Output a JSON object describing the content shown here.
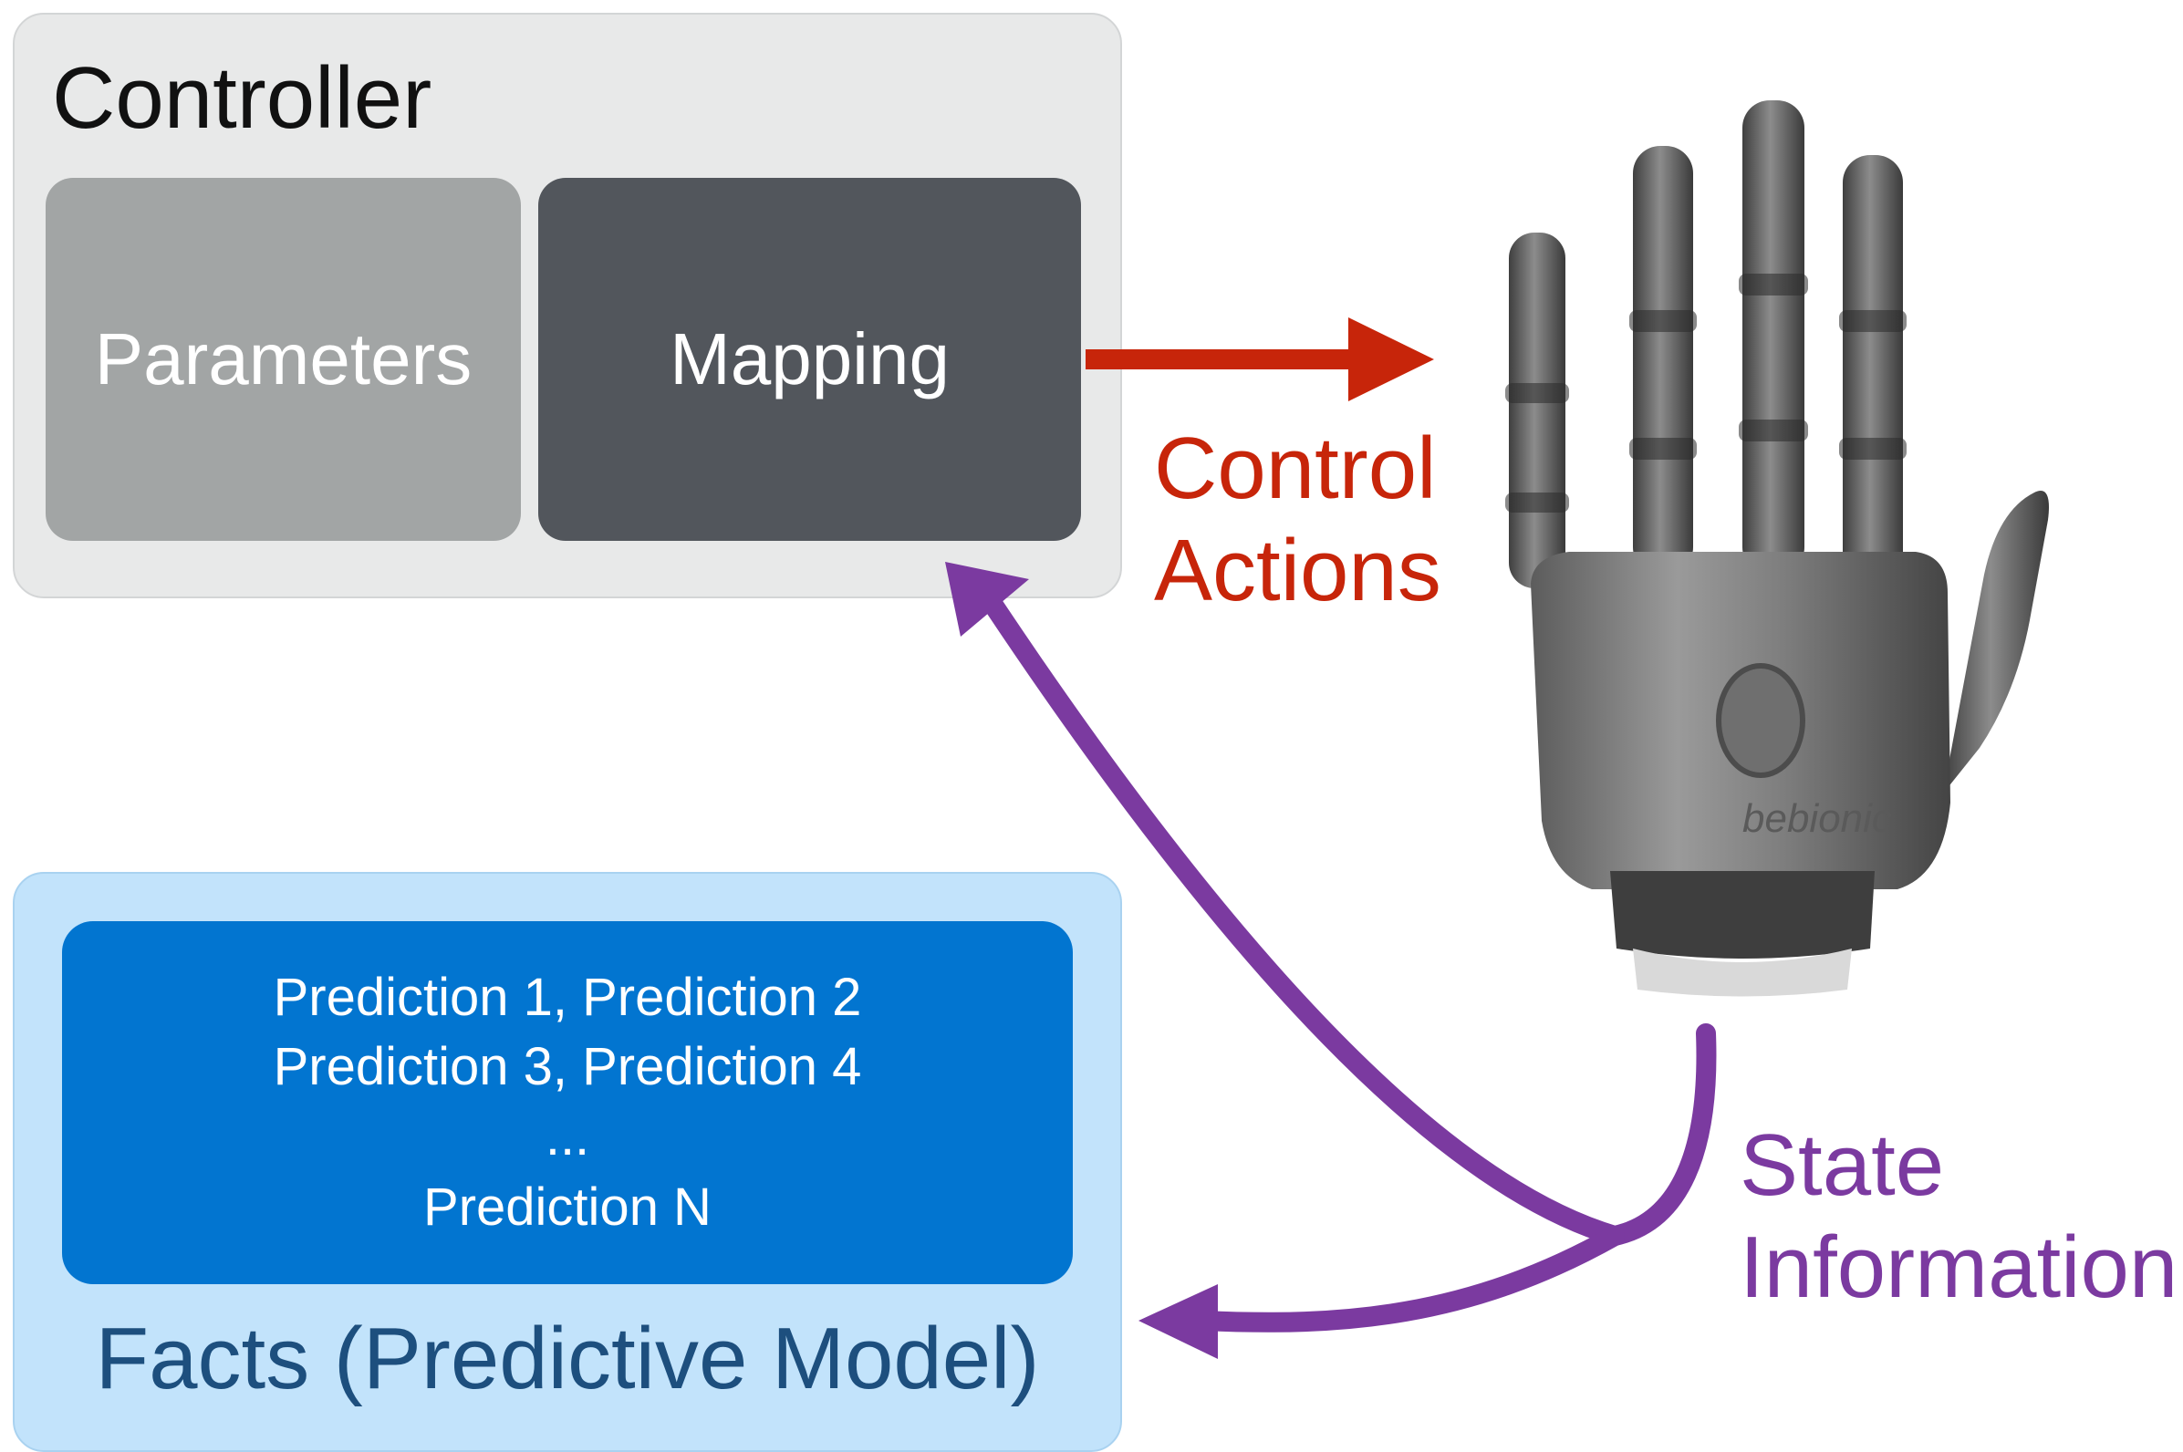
{
  "controller": {
    "title": "Controller",
    "parameters_label": "Parameters",
    "mapping_label": "Mapping"
  },
  "facts": {
    "title": "Facts (Predictive Model)",
    "predictions": [
      "Prediction 1, Prediction 2",
      "Prediction 3, Prediction 4",
      "...",
      "Prediction N"
    ]
  },
  "edges": {
    "control_actions": [
      "Control",
      "Actions"
    ],
    "state_information": [
      "State",
      "Information"
    ]
  },
  "device": {
    "logo_text": "bebionic"
  },
  "colors": {
    "controller_panel": "#e8e9e9",
    "parameters": "#a2a5a5",
    "mapping": "#52565c",
    "facts_panel": "#c2e3fb",
    "predictions": "#0275d0",
    "facts_title": "#1d4f7e",
    "control_actions": "#c7250a",
    "state_information": "#7b3aa0"
  }
}
